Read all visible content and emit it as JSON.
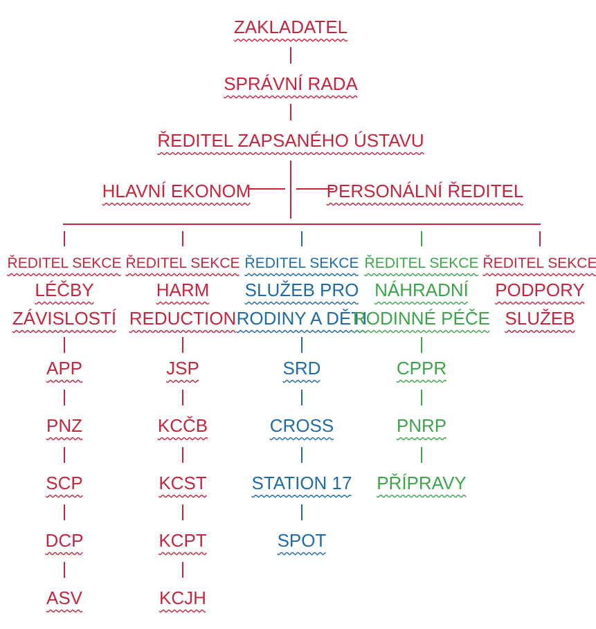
{
  "colors": {
    "red": "#c8253c",
    "blue": "#1f6aa8",
    "green": "#3aa549"
  },
  "top": {
    "founder": "ZAKLADATEL",
    "board": "SPRÁVNÍ RADA",
    "director": "ŘEDITEL ZAPSANÉHO ÚSTAVU",
    "economist": "HLAVNÍ EKONOM",
    "hr_director": "PERSONÁLNÍ ŘEDITEL"
  },
  "sections": [
    {
      "color": "red",
      "header": "ŘEDITEL SEKCE",
      "name_lines": [
        "LÉČBY",
        "ZÁVISLOSTÍ"
      ],
      "units": [
        "APP",
        "PNZ",
        "SCP",
        "DCP",
        "ASV"
      ]
    },
    {
      "color": "red",
      "header": "ŘEDITEL SEKCE",
      "name_lines": [
        "HARM",
        "REDUCTION"
      ],
      "units": [
        "JSP",
        "KCČB",
        "KCST",
        "KCPT",
        "KCJH"
      ]
    },
    {
      "color": "blue",
      "header": "ŘEDITEL SEKCE",
      "name_lines": [
        "SLUŽEB PRO",
        "RODINY A DĚTI"
      ],
      "units": [
        "SRD",
        "CROSS",
        "STATION 17",
        "SPOT"
      ]
    },
    {
      "color": "green",
      "header": "ŘEDITEL SEKCE",
      "name_lines": [
        "NÁHRADNÍ",
        "RODINNÉ PÉČE"
      ],
      "units": [
        "CPPR",
        "PNRP",
        "PŘÍPRAVY"
      ]
    },
    {
      "color": "red",
      "header": "ŘEDITEL SEKCE",
      "name_lines": [
        "PODPORY",
        "SLUŽEB"
      ],
      "units": []
    }
  ]
}
